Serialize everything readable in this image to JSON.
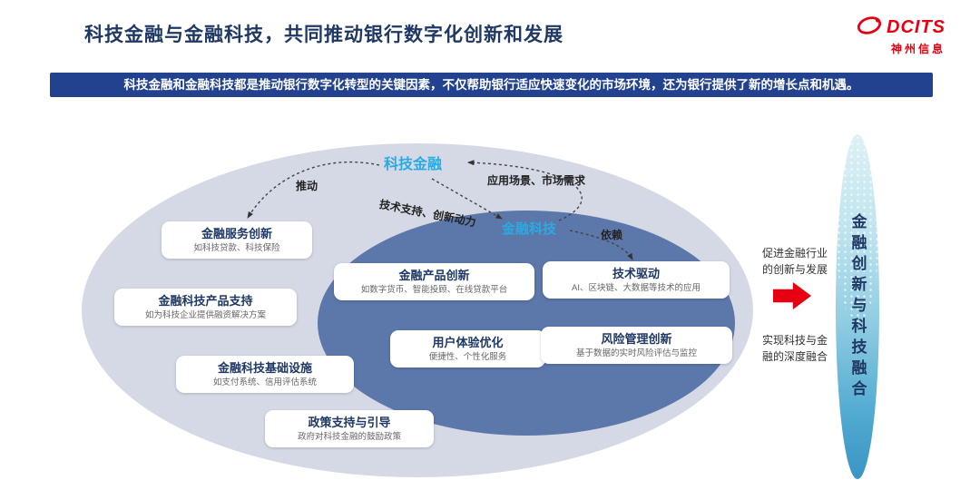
{
  "slide": {
    "title": "科技金融与金融科技，共同推动银行数字化创新和发展",
    "banner": "科技金融和金融科技都是推动银行数字化转型的关键因素，不仅帮助银行适应快速变化的市场环境，还为银行提供了新的增长点和机遇。"
  },
  "logo": {
    "name": "DCITS",
    "subname": "神州信息"
  },
  "diagram": {
    "tech_finance_label": "科技金融",
    "fintech_label": "金融科技",
    "labels": {
      "push": "推动",
      "demand": "应用场景、市场需求",
      "support": "技术支持、创新动力",
      "depend": "依赖"
    },
    "outer_boxes": [
      {
        "title": "金融服务创新",
        "desc": "如科技贷款、科技保险"
      },
      {
        "title": "金融科技产品支持",
        "desc": "如为科技企业提供融资解决方案"
      },
      {
        "title": "金融科技基础设施",
        "desc": "如支付系统、信用评估系统"
      },
      {
        "title": "政策支持与引导",
        "desc": "政府对科技金融的鼓励政策"
      }
    ],
    "inner_boxes": [
      {
        "title": "金融产品创新",
        "desc": "如数字货币、智能投顾、在线贷款平台"
      },
      {
        "title": "技术驱动",
        "desc": "AI、区块链、大数据等技术的应用"
      },
      {
        "title": "用户体验优化",
        "desc": "便捷性、个性化服务"
      },
      {
        "title": "风险管理创新",
        "desc": "基于数据的实时风险评估与监控"
      }
    ]
  },
  "right": {
    "promote": "促进金融行业\n的创新与发展",
    "realize": "实现科技与金\n融的深度融合",
    "vertical": "金融创新与科技融合"
  },
  "colors": {
    "title_navy": "#1F3864",
    "banner_blue": "#22418F",
    "outer_ellipse": "#D5D9E5",
    "inner_ellipse": "#5C77A9",
    "accent_cyan": "#29ABE2",
    "accent_red": "#E60012"
  }
}
